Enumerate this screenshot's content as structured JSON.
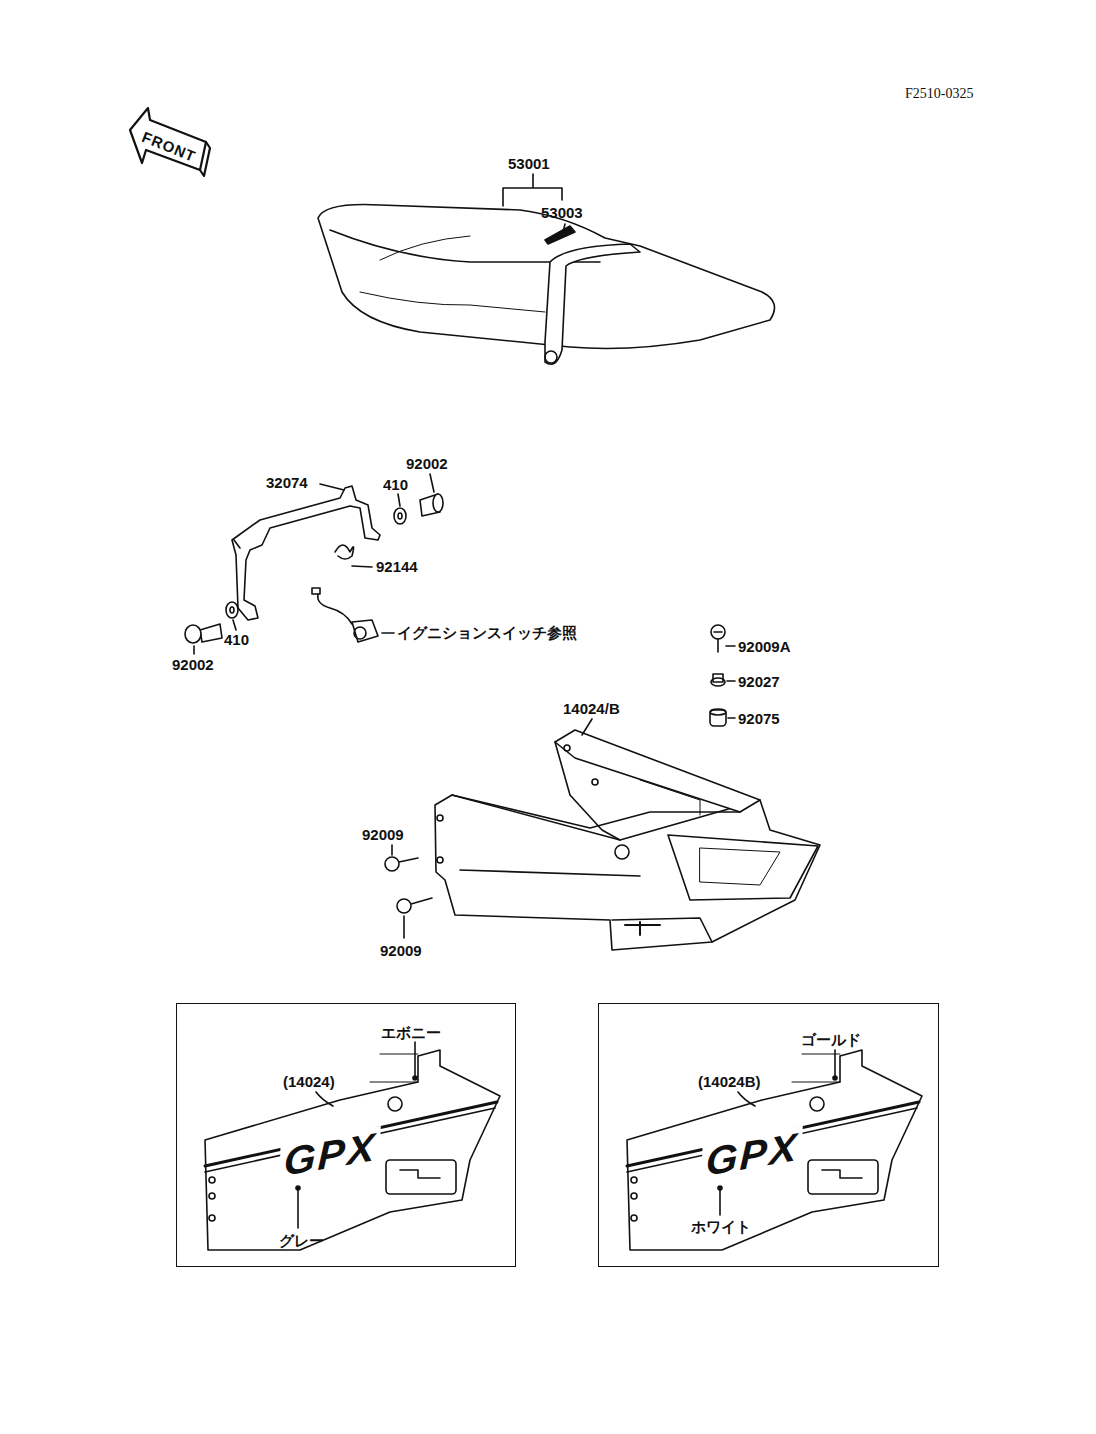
{
  "diagram": {
    "nodes": [
      {
        "text": [
          "エボニー",
          "(14024)",
          "GPX",
          "グレー"
        ]
      },
      {
        "text": [
          "ゴールド",
          "(14024B)",
          "GPX",
          "ホワイト"
        ]
      }
    ],
    "labels": [
      "F2510-0325",
      "FRONT",
      "53001",
      "53003",
      "32074",
      "410",
      "92002",
      "92144",
      "410",
      "92002",
      "イグニションスイッチ参照",
      "92009A",
      "92027",
      "92075",
      "14024/B",
      "92009",
      "92009"
    ]
  }
}
